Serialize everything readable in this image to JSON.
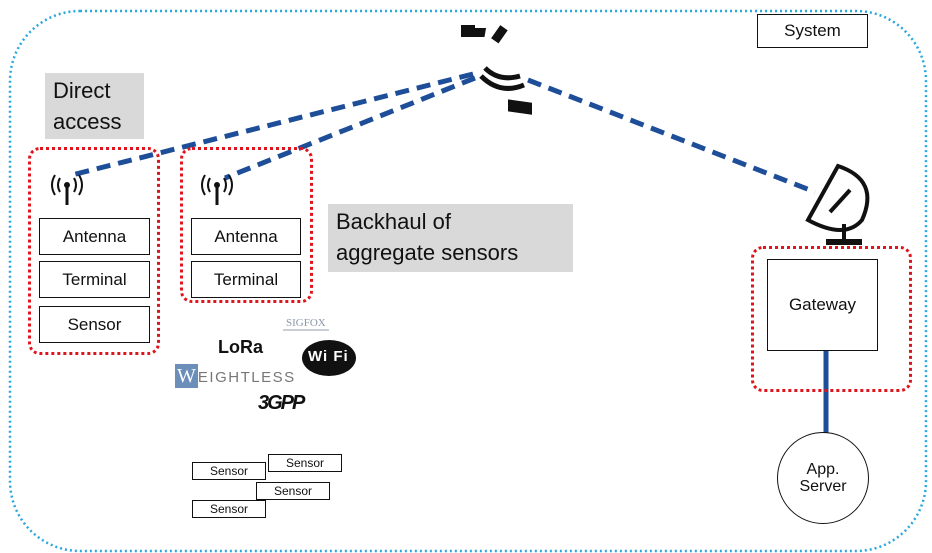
{
  "system_label": "System",
  "direct_access_label": "Direct\naccess",
  "backhaul_label": "Backhaul of\naggregate sensors",
  "direct_stack": [
    "Antenna",
    "Terminal",
    "Sensor"
  ],
  "backhaul_stack": [
    "Antenna",
    "Terminal"
  ],
  "gateway_label": "Gateway",
  "app_server_label": "App.\nServer",
  "aggregated_sensors": [
    "Sensor",
    "Sensor",
    "Sensor",
    "Sensor"
  ],
  "technology_logos": {
    "sigfox": "SIGFOX",
    "lora": "LoRa",
    "wifi": "Wi Fi",
    "weightless_initial": "W",
    "weightless_rest": "EIGHTLESS",
    "threegpp": "3GPP"
  },
  "colors": {
    "link_blue": "#1f4e99",
    "boundary_dotted": "#2aa7df",
    "group_dotted": "#e0141c",
    "label_grey": "#d9d9d9"
  }
}
